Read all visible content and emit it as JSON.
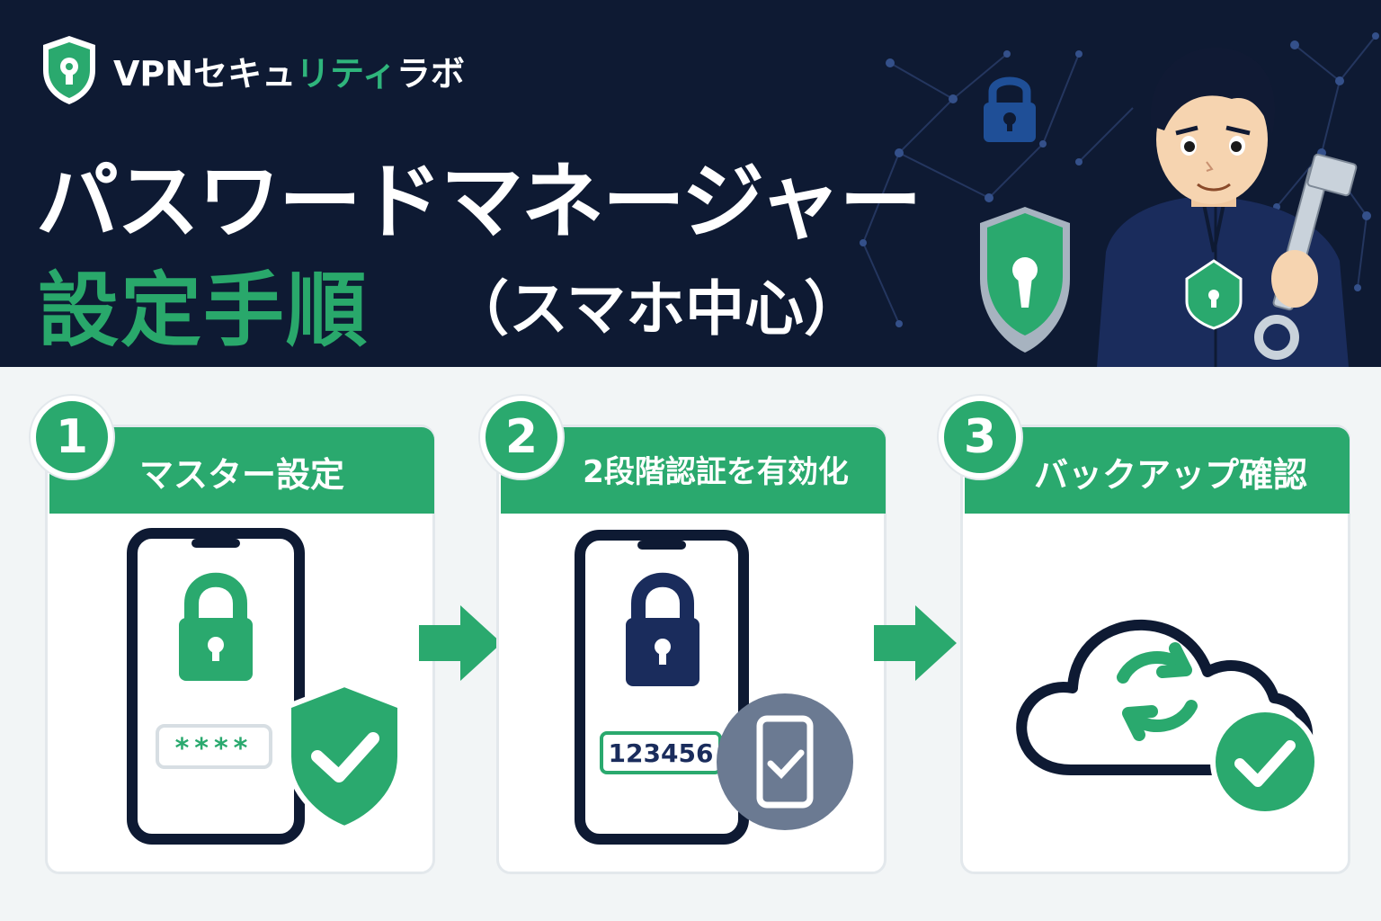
{
  "brand": {
    "name_a": "VPNセキュ",
    "name_b": "リティ",
    "name_c": "ラボ"
  },
  "title": {
    "line1": "パスワードマネージャー",
    "line2": "設定手順",
    "line2_sub": "（スマホ中心）"
  },
  "steps": [
    {
      "number": "1",
      "label": "マスター設定",
      "field_text": "****",
      "icons": [
        "smartphone-icon",
        "lock-icon",
        "shield-check-icon"
      ]
    },
    {
      "number": "2",
      "label": "2段階認証を有効化",
      "field_text": "123456",
      "icons": [
        "smartphone-icon",
        "lock-icon",
        "phone-check-icon"
      ]
    },
    {
      "number": "3",
      "label": "バックアップ確認",
      "icons": [
        "cloud-icon",
        "sync-icon",
        "check-circle-icon"
      ]
    }
  ],
  "colors": {
    "navy": "#0e1a33",
    "green": "#2aa96e",
    "white": "#ffffff",
    "gray": "#6b7a92"
  }
}
